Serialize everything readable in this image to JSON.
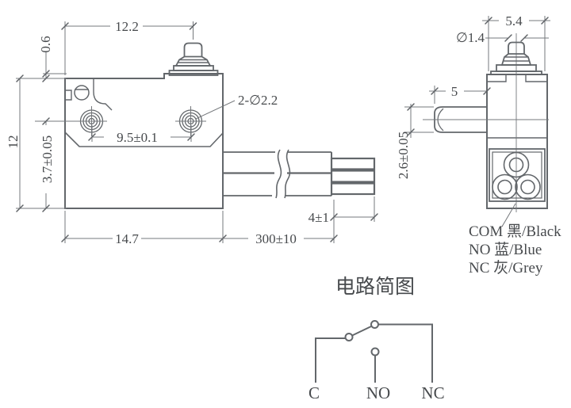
{
  "front_view": {
    "dim_top_width": "12.2",
    "dim_step": "0.6",
    "dim_height": "12",
    "dim_hole_offset": "3.7±0.05",
    "dim_hole_spacing": "9.5±0.1",
    "dim_hole_callout": "2-∅2.2",
    "dim_body_width": "14.7",
    "dim_cable_length": "300±10",
    "dim_strip_length": "4±1"
  },
  "side_view": {
    "dim_width": "5.4",
    "dim_plunger_dia": "∅1.4",
    "dim_boot_length": "5",
    "dim_boot_height": "2.6±0.05"
  },
  "wire_legend": {
    "com": "COM 黑/Black",
    "no": "NO 蓝/Blue",
    "nc": "NC 灰/Grey"
  },
  "circuit": {
    "title": "电路简图",
    "terminal_c": "C",
    "terminal_no": "NO",
    "terminal_nc": "NC"
  },
  "colors": {
    "line": "#63676b",
    "dim_line": "#75787c",
    "text": "#474a4d",
    "background": "#ffffff"
  }
}
